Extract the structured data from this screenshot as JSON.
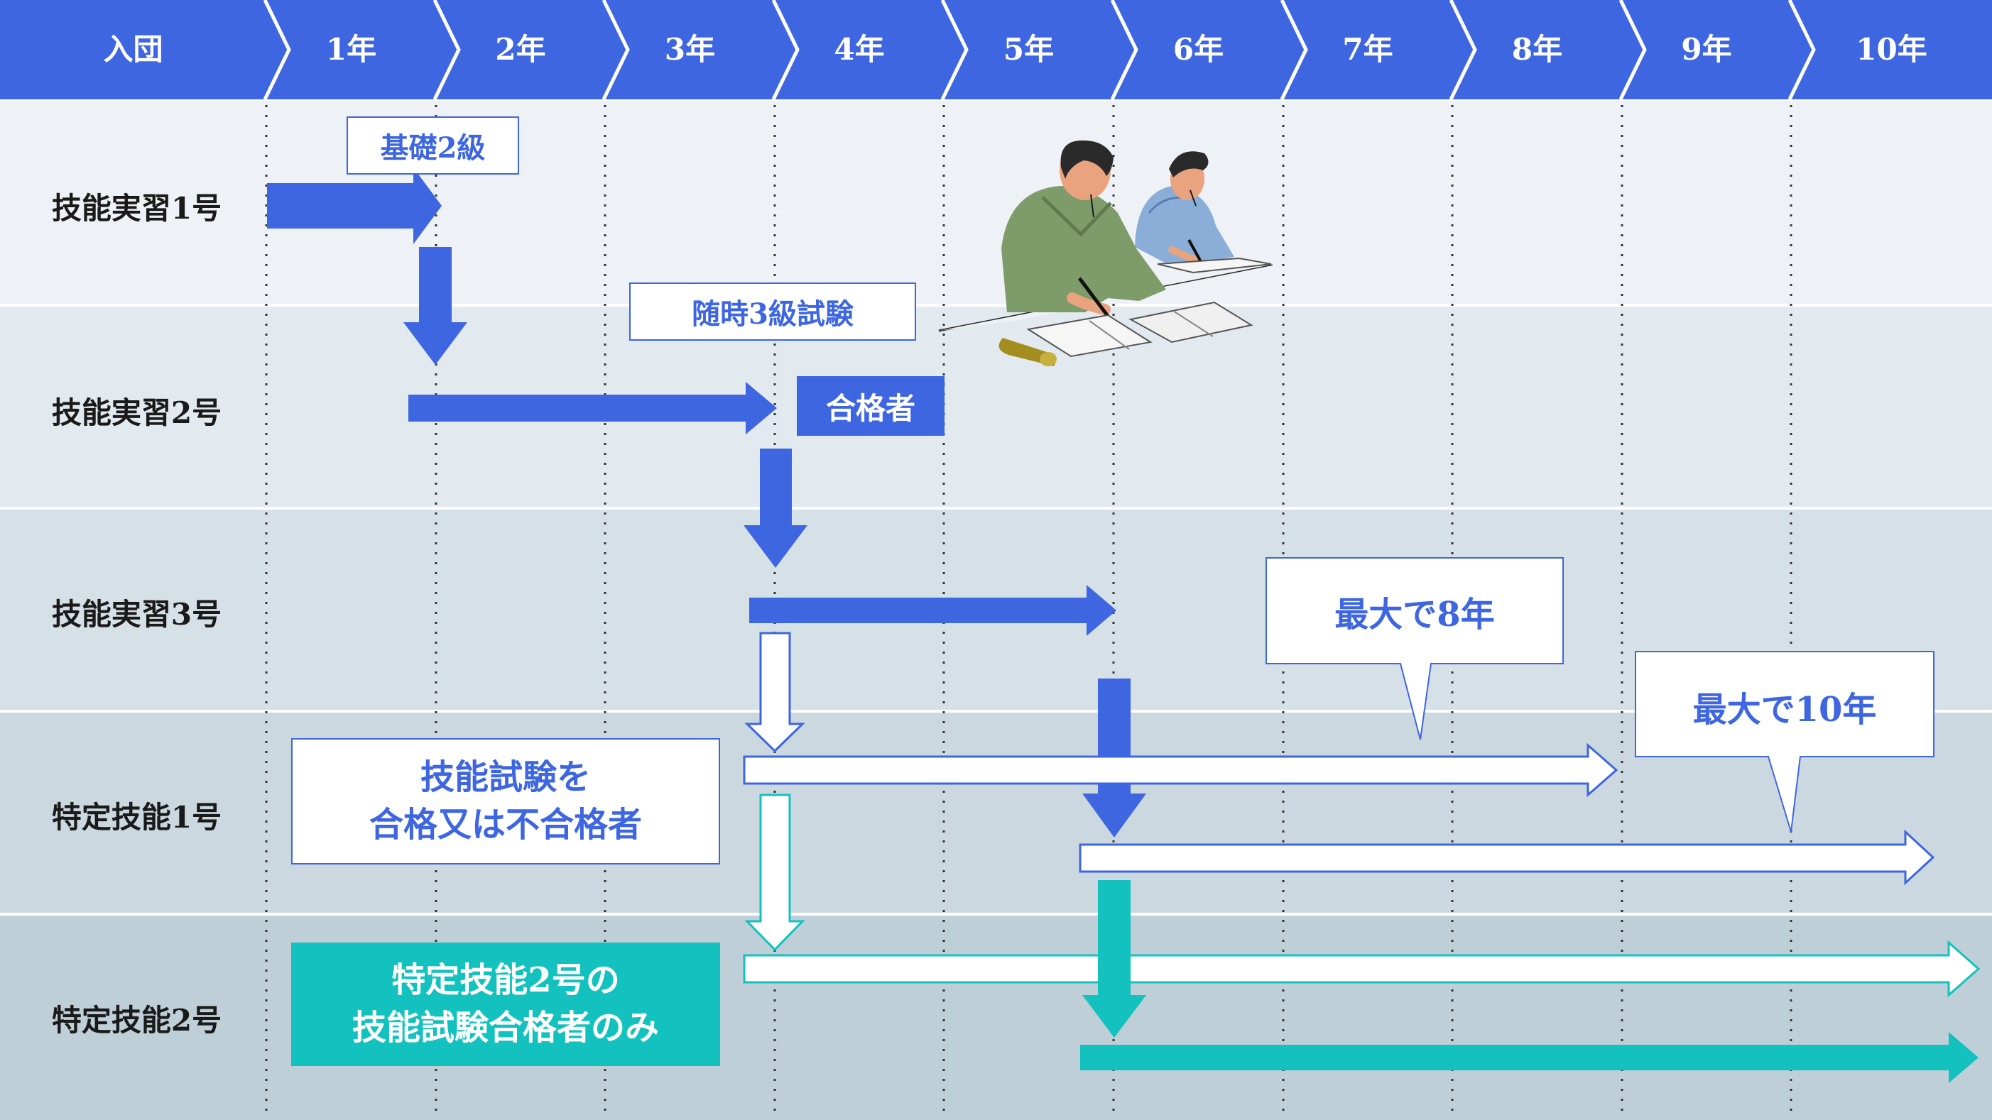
{
  "header": {
    "stages": [
      "入団",
      "1年",
      "2年",
      "3年",
      "4年",
      "5年",
      "6年",
      "7年",
      "8年",
      "9年",
      "10年"
    ]
  },
  "rows": {
    "labels": [
      "技能実習1号",
      "技能実習2号",
      "技能実習3号",
      "特定技能1号",
      "特定技能2号"
    ]
  },
  "boxes": {
    "basic_grade2": "基礎2級",
    "exam_grade3": "随時3級試験",
    "passer": "合格者",
    "skill_test_line1": "技能試験を",
    "skill_test_line2": "合格又は不合格者",
    "tokutei2_line1": "特定技能2号の",
    "tokutei2_line2": "技能試験合格者のみ"
  },
  "callouts": {
    "max8": "最大で8年",
    "max10": "最大で10年"
  },
  "colors": {
    "header_blue": "#3d66e0",
    "arrow_blue": "#3d66e0",
    "teal": "#13c1bf",
    "row_bg": [
      "#eef2f6",
      "#e2e9ef",
      "#d6e0e7",
      "#cbd8e0",
      "#bfcfd8"
    ]
  },
  "illustration": "two-students-studying-illustration"
}
